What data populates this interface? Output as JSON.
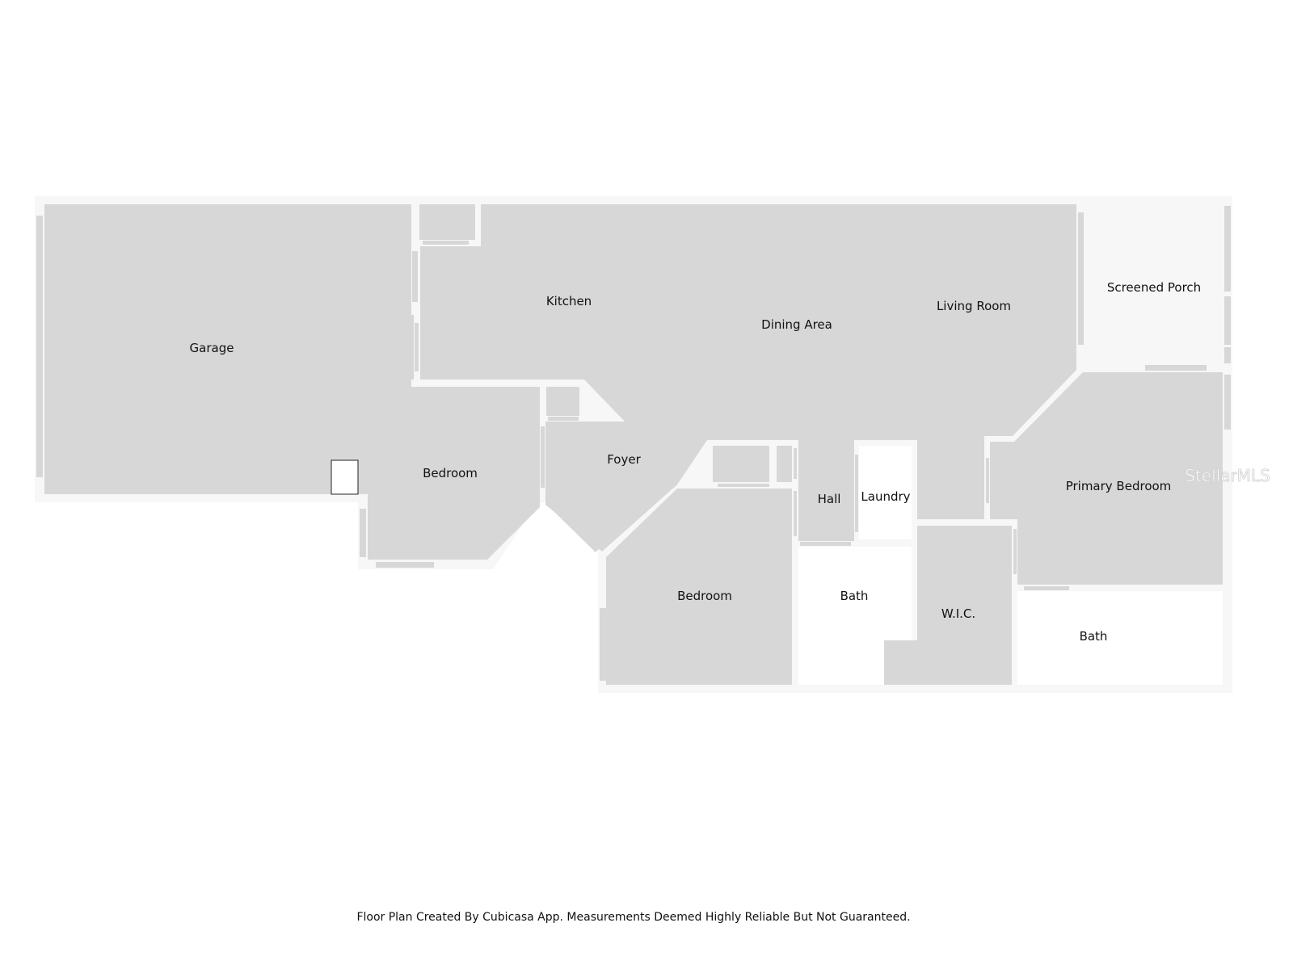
{
  "rooms": {
    "garage": "Garage",
    "kitchen": "Kitchen",
    "dining": "Dining Area",
    "living": "Living Room",
    "porch": "Screened Porch",
    "bedroom_left": "Bedroom",
    "foyer": "Foyer",
    "hall": "Hall",
    "laundry": "Laundry",
    "primary_bedroom": "Primary Bedroom",
    "bedroom_lower": "Bedroom",
    "bath_center": "Bath",
    "wic": "W.I.C.",
    "bath_right": "Bath"
  },
  "watermark": "StellarMLS",
  "footer": "Floor Plan Created By Cubicasa App. Measurements Deemed Highly Reliable But Not Guaranteed.",
  "colors": {
    "room": "#d8d7d8",
    "slab": "#f7f7f7",
    "background": "#ffffff"
  }
}
